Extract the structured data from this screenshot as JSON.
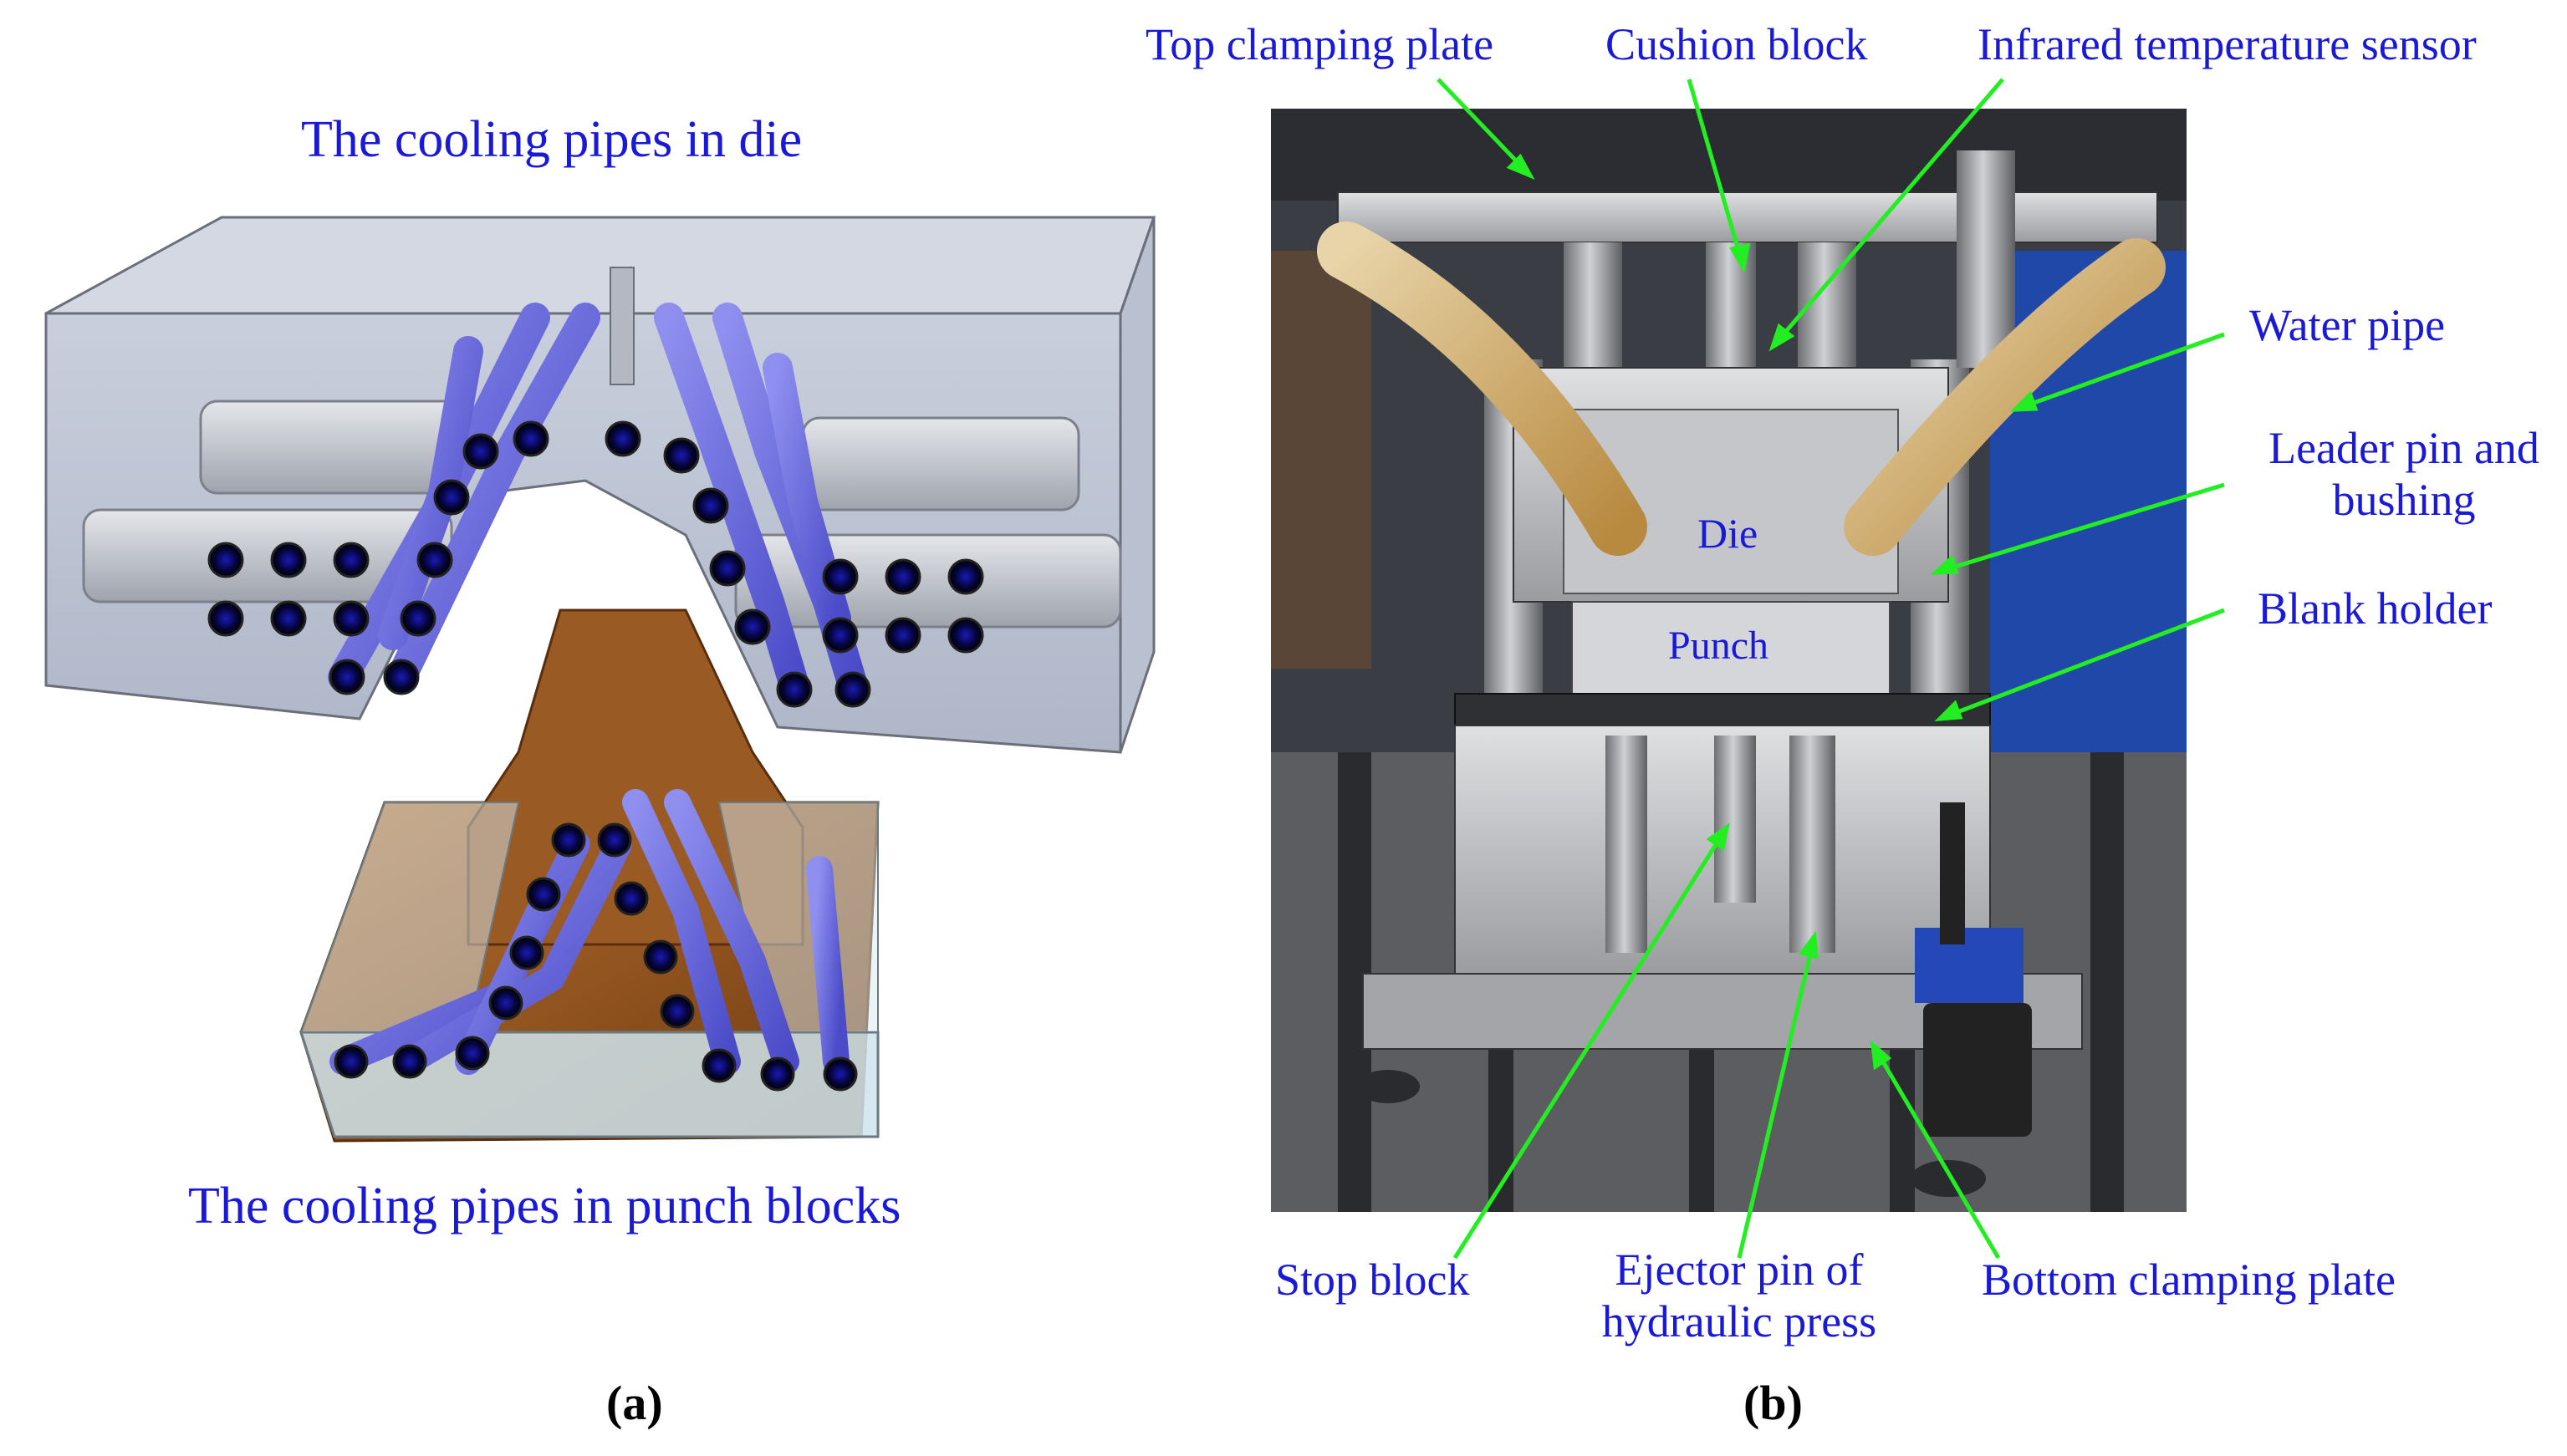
{
  "panel_a": {
    "title_top": "The cooling pipes in die",
    "title_bottom": "The cooling pipes in punch blocks",
    "caption": "(a)"
  },
  "panel_b": {
    "caption": "(b)",
    "photo_labels": {
      "die": "Die",
      "punch": "Punch"
    },
    "callouts": {
      "top_clamping_plate": "Top clamping plate",
      "cushion_block": "Cushion block",
      "infrared_sensor": "Infrared temperature sensor",
      "water_pipe": "Water pipe",
      "leader_pin_line1": "Leader pin and",
      "leader_pin_line2": "bushing",
      "blank_holder": "Blank holder",
      "stop_block": "Stop block",
      "ejector_pin_line1": "Ejector pin of",
      "ejector_pin_line2": "hydraulic press",
      "bottom_clamping_plate": "Bottom clamping plate"
    }
  },
  "colors": {
    "label_blue": "#1a1ad6",
    "leader_green": "#22ee22",
    "pipe_blue": "#5a5ad8"
  }
}
